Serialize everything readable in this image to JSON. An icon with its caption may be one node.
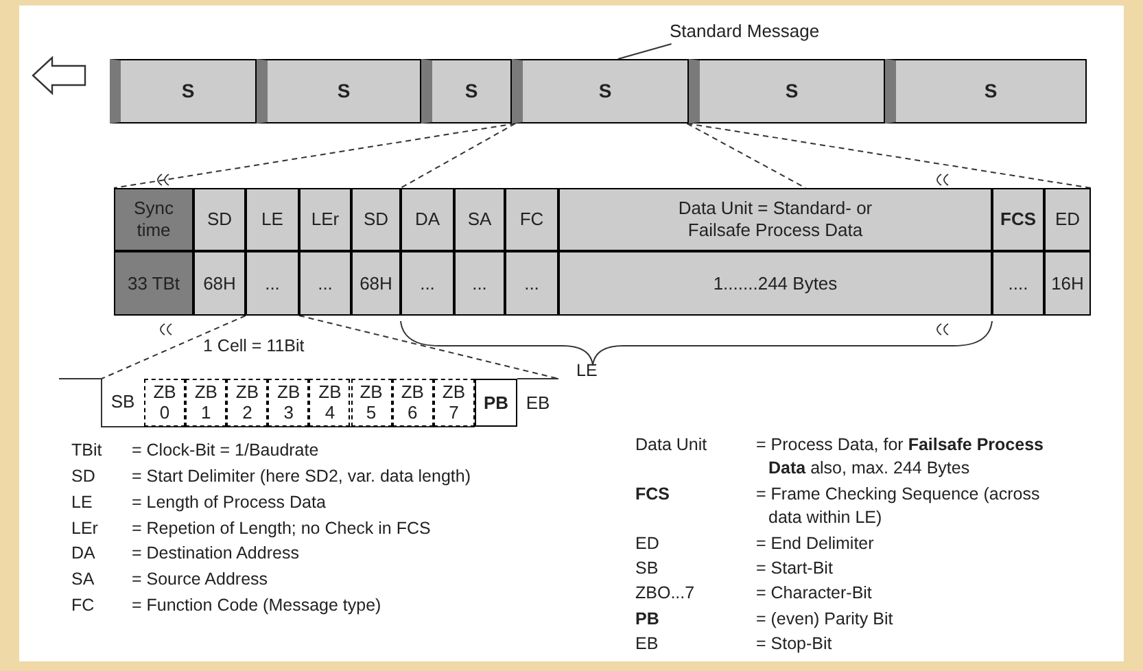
{
  "diagram": {
    "nodes": [
      {
        "text": [
          "S"
        ]
      },
      {
        "text": [
          "S"
        ]
      },
      {
        "text": [
          "S"
        ]
      },
      {
        "text": [
          "S"
        ]
      },
      {
        "text": [
          "S"
        ]
      },
      {
        "text": [
          "S"
        ]
      },
      {
        "text": [
          "Standard Message"
        ]
      },
      {
        "text": [
          "Sync time"
        ]
      },
      {
        "text": [
          "SD"
        ]
      },
      {
        "text": [
          "LE"
        ]
      },
      {
        "text": [
          "LEr"
        ]
      },
      {
        "text": [
          "SD"
        ]
      },
      {
        "text": [
          "DA"
        ]
      },
      {
        "text": [
          "SA"
        ]
      },
      {
        "text": [
          "FC"
        ]
      },
      {
        "text": [
          "Data Unit = Standard- or Failsafe Process Data"
        ]
      },
      {
        "text": [
          "FCS"
        ]
      },
      {
        "text": [
          "ED"
        ]
      },
      {
        "text": [
          "33 TBt"
        ]
      },
      {
        "text": [
          "68H"
        ]
      },
      {
        "text": [
          "..."
        ]
      },
      {
        "text": [
          "..."
        ]
      },
      {
        "text": [
          "68H"
        ]
      },
      {
        "text": [
          "..."
        ]
      },
      {
        "text": [
          "..."
        ]
      },
      {
        "text": [
          "..."
        ]
      },
      {
        "text": [
          "1.......244 Bytes"
        ]
      },
      {
        "text": [
          "...."
        ]
      },
      {
        "text": [
          "16H"
        ]
      },
      {
        "text": [
          "SB"
        ]
      },
      {
        "text": [
          "ZB 0"
        ]
      },
      {
        "text": [
          "ZB 1"
        ]
      },
      {
        "text": [
          "ZB 2"
        ]
      },
      {
        "text": [
          "ZB 3"
        ]
      },
      {
        "text": [
          "ZB 4"
        ]
      },
      {
        "text": [
          "ZB 5"
        ]
      },
      {
        "text": [
          "ZB 6"
        ]
      },
      {
        "text": [
          "ZB 7"
        ]
      },
      {
        "text": [
          "PB"
        ]
      },
      {
        "text": [
          "EB"
        ]
      }
    ],
    "edges": [
      {
        "from": 6,
        "to": 3,
        "arrow": "none"
      },
      {
        "from": 3,
        "to": 7,
        "arrow": "none",
        "style": "dashed"
      },
      {
        "from": 3,
        "to": 12,
        "arrow": "none",
        "style": "dashed"
      },
      {
        "from": 3,
        "to": 17,
        "arrow": "none",
        "style": "dashed"
      },
      {
        "from": 3,
        "to": 15,
        "arrow": "none",
        "style": "dashed"
      },
      {
        "from": 20,
        "to": 29,
        "arrow": "none",
        "style": "dashed"
      },
      {
        "from": 20,
        "to": 39,
        "arrow": "none",
        "style": "dashed"
      }
    ],
    "labels": [
      "1 Cell = 11Bit",
      "LE",
      "TBit",
      "= Clock-Bit = 1/Baudrate",
      "SD",
      "= Start Delimiter (here SD2, var. data length)",
      "LE",
      "= Length of Process Data",
      "LEr",
      "= Repetion of Length; no Check in FCS",
      "DA",
      "= Destination Address",
      "SA",
      "= Source Address",
      "FC",
      "= Function Code (Message type)",
      "Data Unit",
      "= Process Data, for **Failsafe Process Data** also, max. 244 Bytes",
      "FCS",
      "= Frame Checking Sequence (across data within LE)",
      "ED",
      "= End Delimiter",
      "SB",
      "= Start-Bit",
      "ZBO...7",
      "= Character-Bit",
      "PB",
      "= (even) Parity Bit",
      "EB",
      "= Stop-Bit"
    ]
  }
}
